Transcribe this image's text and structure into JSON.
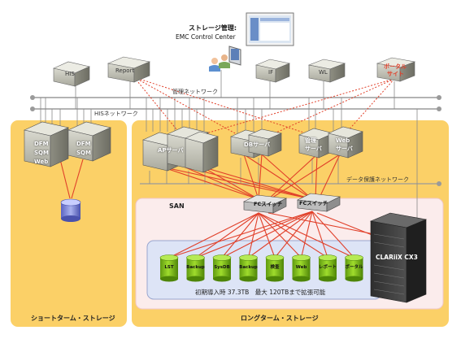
{
  "management": {
    "title": "ストレージ管理:",
    "subtitle": "EMC Control Center"
  },
  "top_servers": [
    "HIS",
    "Report",
    "IF",
    "WL",
    "ポータル",
    "サイト"
  ],
  "networks": {
    "management": "管理ネットワーク",
    "his": "HISネットワーク",
    "data_protection": "データ保護ネットワーク"
  },
  "short_term": {
    "zone_label": "ショートターム・ストレージ",
    "server_a": [
      "DFM",
      "SQM",
      "Web"
    ],
    "server_b": [
      "DFM",
      "SQM"
    ]
  },
  "long_term": {
    "zone_label": "ロングターム・ストレージ",
    "ap_server": "APサーバ",
    "db_server": "DBサーバ",
    "mgmt_server": [
      "管理",
      "サーバ"
    ],
    "web_server": [
      "Web",
      "サーバ"
    ]
  },
  "san": {
    "label": "SAN",
    "fc_switch_1": "FCスイッチ",
    "fc_switch_2": "FCスイッチ",
    "storage_name": "CLARiiX CX3",
    "volumes": [
      "LST",
      "Backup",
      "SysDB",
      "Backup",
      "検査",
      "Web",
      "レポート",
      "ポータル"
    ],
    "capacity_note": "初期導入時 37.3TB　最大 120TBまで拡張可能"
  },
  "colors": {
    "zone_fill": "#fbd067",
    "san_fill": "#fbecec",
    "pool_fill": "#dde4f6",
    "link_red": "#e1402a",
    "cylinder_green": "#7fbf17"
  }
}
